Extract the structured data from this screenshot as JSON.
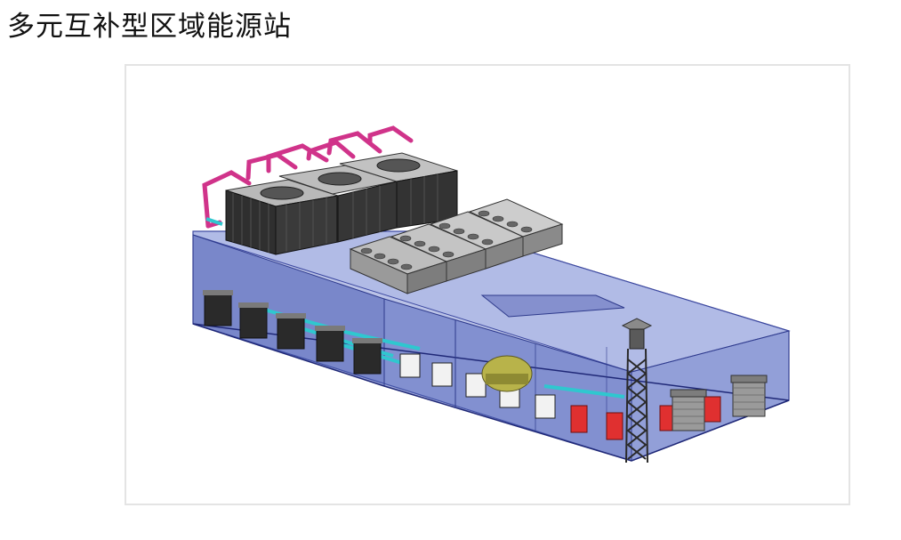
{
  "page": {
    "title": "多元互补型区域能源站"
  },
  "figure": {
    "subject": "energy-station-3d-model",
    "components": [
      "cooling-tower",
      "air-source-heat-pump",
      "pink-pipe",
      "cyan-pipe",
      "louver-vent",
      "window",
      "roll-up-door",
      "exhaust-chimney",
      "storage-tank",
      "control-cabinet"
    ],
    "colors": {
      "building_glass": "#5b6fc4",
      "building_edge": "#2e3a8c",
      "pipe_pink": "#d0338a",
      "pipe_cyan": "#2fc7cf",
      "tower_dark": "#2a2a2a",
      "tank_yellow": "#b8b34a",
      "cabinet_red": "#e03030"
    }
  }
}
